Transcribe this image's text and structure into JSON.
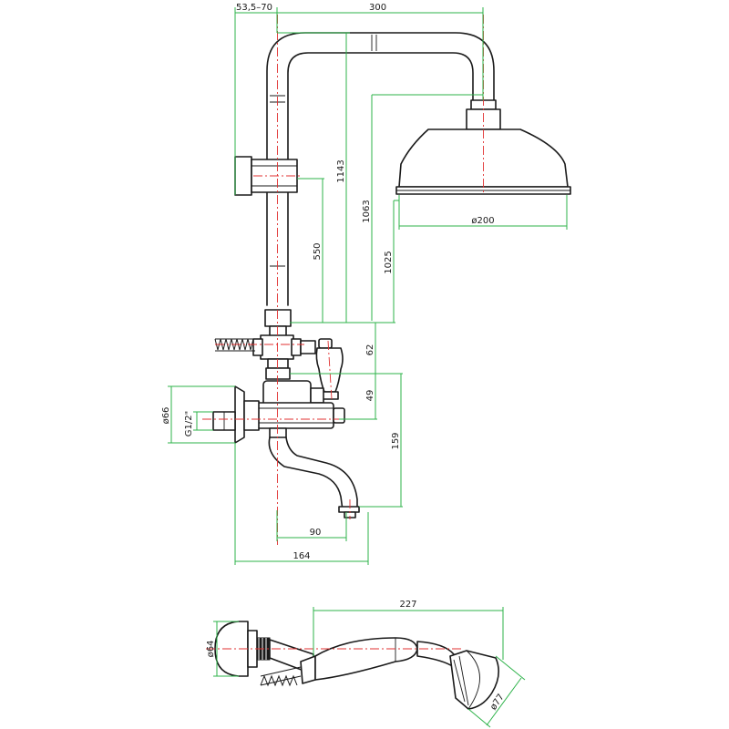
{
  "dimensions": {
    "wall_offset": "53,5–70",
    "arm_reach": "300",
    "total_height": "1143",
    "head_height": "1063",
    "slider_range": "550",
    "head_bottom": "1025",
    "diverter_height": "62",
    "valve_height": "49",
    "spout_drop": "159",
    "spout_reach": "90",
    "total_depth": "164",
    "flange_dia": "ø66",
    "inlet_thread": "G1/2\"",
    "head_dia": "ø200",
    "handshower_length": "227",
    "handle_dia": "ø64",
    "handshower_face_dia": "ø77"
  }
}
